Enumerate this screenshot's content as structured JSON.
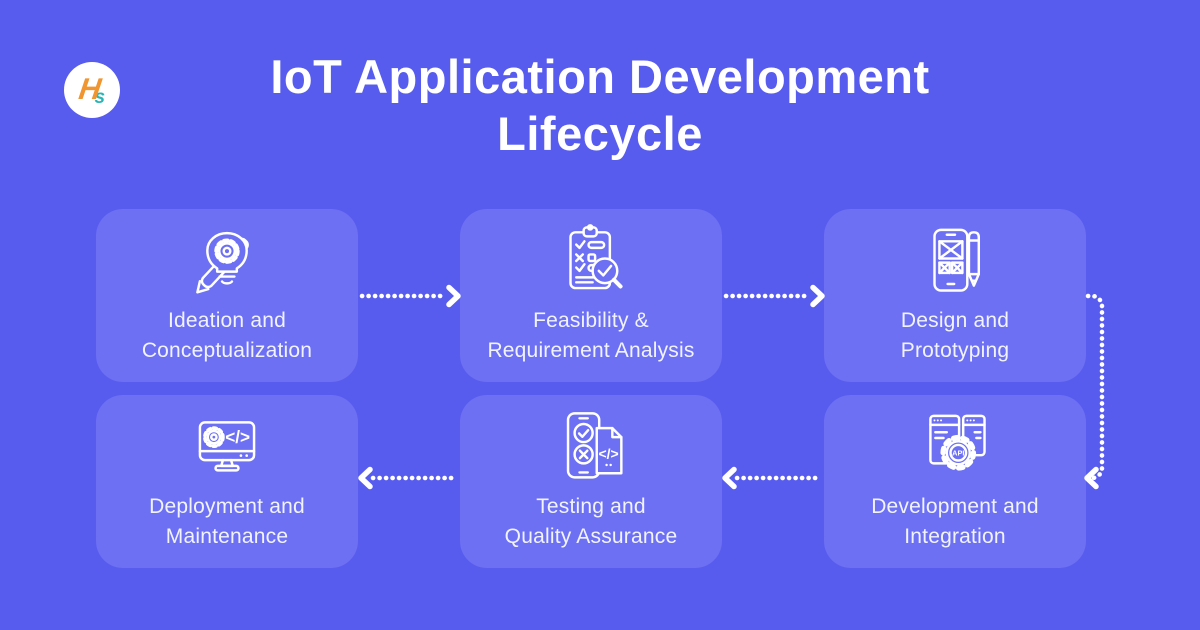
{
  "page": {
    "background_color": "#585CEE",
    "card_color": "#6D70F3",
    "icon_stroke_color": "#ffffff",
    "title_color": "#ffffff",
    "label_color": "#F1F3FF"
  },
  "logo": {
    "letter_h": "H",
    "letter_s": "s",
    "h_color": "#F0952F",
    "s_color": "#2AB5B5"
  },
  "title": {
    "line1": "IoT Application Development",
    "line2": "Lifecycle"
  },
  "cards": [
    {
      "id": "ideation",
      "line1": "Ideation and",
      "line2": "Conceptualization",
      "icon": "bulb-gear-pencil-icon"
    },
    {
      "id": "feasibility",
      "line1": "Feasibility &",
      "line2": "Requirement Analysis",
      "icon": "clipboard-checklist-magnifier-icon"
    },
    {
      "id": "design",
      "line1": "Design and",
      "line2": "Prototyping",
      "icon": "phone-wireframe-pencil-icon"
    },
    {
      "id": "deployment",
      "line1": "Deployment and",
      "line2": "Maintenance",
      "icon": "monitor-gear-code-icon"
    },
    {
      "id": "testing",
      "line1": "Testing and",
      "line2": "Quality Assurance",
      "icon": "phone-test-code-doc-icon"
    },
    {
      "id": "development",
      "line1": "Development and",
      "line2": "Integration",
      "icon": "browser-windows-gear-api-icon"
    }
  ],
  "icon_text": {
    "code": "</>",
    "api": "API"
  },
  "flow": {
    "arrow_style": "white-dotted-chevron",
    "sequence": [
      "Ideation and Conceptualization",
      "Feasibility & Requirement Analysis",
      "Design and Prototyping",
      "Development and Integration",
      "Testing and Quality Assurance",
      "Deployment and Maintenance"
    ]
  }
}
